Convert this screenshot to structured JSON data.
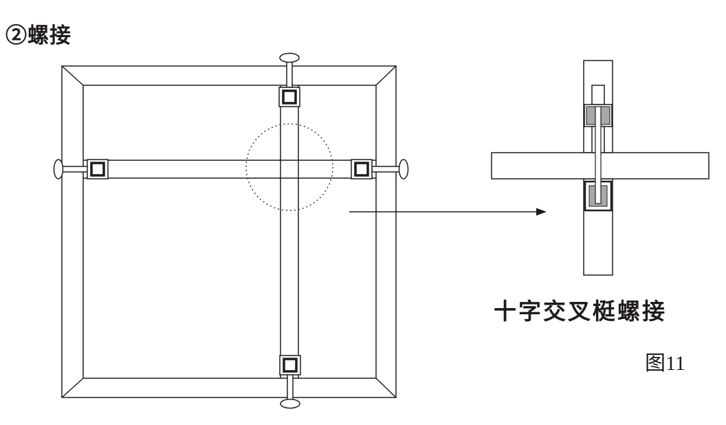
{
  "title": "②螺接",
  "detail": {
    "caption": "十字交叉梃螺接",
    "figure_label": "图11"
  },
  "colors": {
    "line": "#1f1b1c",
    "gray_fill": "#a9a7a8",
    "background": "#ffffff"
  }
}
